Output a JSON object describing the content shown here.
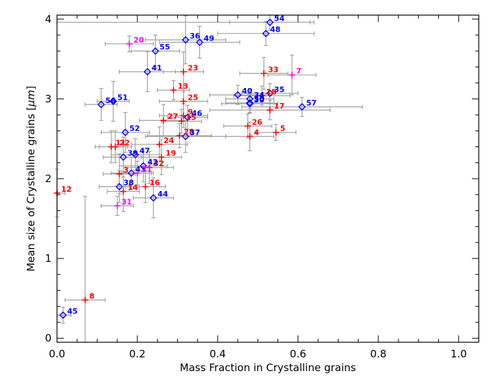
{
  "chart_data": {
    "type": "scatter",
    "title": "",
    "xlabel": "Mass Fraction in Crystalline grains",
    "ylabel_prefix": "Mean size of Crystalline grains [",
    "ylabel_unit": "μm",
    "ylabel_suffix": "]",
    "xlim": [
      0.0,
      1.05
    ],
    "ylim": [
      -0.05,
      4.05
    ],
    "xticks": [
      0.0,
      0.2,
      0.4,
      0.6,
      0.8,
      1.0
    ],
    "xtick_labels": [
      "0.0",
      "0.2",
      "0.4",
      "0.6",
      "0.8",
      "1.0"
    ],
    "yticks": [
      0,
      1,
      2,
      3,
      4
    ],
    "ytick_labels": [
      "0",
      "1",
      "2",
      "3",
      "4"
    ],
    "grid": false,
    "colors": {
      "red": "#ff0000",
      "blue": "#0000ff",
      "magenta": "#ff00ff",
      "errorbar": "#a0a0a0"
    },
    "groups": [
      {
        "color": "red",
        "marker": "plus",
        "points": [
          {
            "label": "3",
            "x": 0.155,
            "y": 2.06,
            "xerr": 0.04,
            "yerr": 0.25
          },
          {
            "label": "4",
            "x": 0.48,
            "y": 2.53,
            "xerr": 0.06,
            "yerr": 0.18
          },
          {
            "label": "5",
            "x": 0.545,
            "y": 2.58,
            "xerr": 0.05,
            "yerr": 0.1
          },
          {
            "label": "8",
            "x": 0.07,
            "y": 0.48,
            "xerr": 0.05,
            "yerr": 1.3
          },
          {
            "label": "9",
            "x": 0.315,
            "y": 2.79,
            "xerr": 0.06,
            "yerr": 0.15
          },
          {
            "label": "11",
            "x": 0.135,
            "y": 2.4,
            "xerr": 0.04,
            "yerr": 0.2
          },
          {
            "label": "12",
            "x": 0.0,
            "y": 1.82,
            "xerr": 0.02,
            "yerr": 0.3
          },
          {
            "label": "13",
            "x": 0.29,
            "y": 3.11,
            "xerr": 0.04,
            "yerr": 0.12
          },
          {
            "label": "14",
            "x": 0.165,
            "y": 1.84,
            "xerr": 0.04,
            "yerr": 0.25
          },
          {
            "label": "15",
            "x": 0.31,
            "y": 2.72,
            "xerr": 0.05,
            "yerr": 0.15
          },
          {
            "label": "16",
            "x": 0.22,
            "y": 1.9,
            "xerr": 0.05,
            "yerr": 0.2
          },
          {
            "label": "17",
            "x": 0.53,
            "y": 2.86,
            "xerr": 0.15,
            "yerr": 0.12
          },
          {
            "label": "18",
            "x": 0.51,
            "y": 3.04,
            "xerr": 0.07,
            "yerr": 0.12
          },
          {
            "label": "19",
            "x": 0.26,
            "y": 2.27,
            "xerr": 0.05,
            "yerr": 0.22
          },
          {
            "label": "22",
            "x": 0.145,
            "y": 2.4,
            "xerr": 0.04,
            "yerr": 0.2
          },
          {
            "label": "23",
            "x": 0.315,
            "y": 3.34,
            "xerr": 0.05,
            "yerr": 0.25
          },
          {
            "label": "24",
            "x": 0.255,
            "y": 2.43,
            "xerr": 0.07,
            "yerr": 0.22
          },
          {
            "label": "25",
            "x": 0.315,
            "y": 2.97,
            "xerr": 0.06,
            "yerr": 0.2
          },
          {
            "label": "26",
            "x": 0.475,
            "y": 2.66,
            "xerr": 0.06,
            "yerr": 0.15
          },
          {
            "label": "27",
            "x": 0.265,
            "y": 2.73,
            "xerr": 0.06,
            "yerr": 0.2
          },
          {
            "label": "28",
            "x": 0.305,
            "y": 2.54,
            "xerr": 0.08,
            "yerr": 0.15
          },
          {
            "label": "32",
            "x": 0.23,
            "y": 2.14,
            "xerr": 0.06,
            "yerr": 0.2
          },
          {
            "label": "33",
            "x": 0.515,
            "y": 3.32,
            "xerr": 0.06,
            "yerr": 0.2
          }
        ]
      },
      {
        "color": "blue",
        "marker": "diamond",
        "points": [
          {
            "label": "30",
            "x": 0.48,
            "y": 2.94,
            "xerr": 0.07,
            "yerr": 0.12
          },
          {
            "label": "34",
            "x": 0.48,
            "y": 3.0,
            "xerr": 0.06,
            "yerr": 0.12
          },
          {
            "label": "35",
            "x": 0.53,
            "y": 3.07,
            "xerr": 0.07,
            "yerr": 0.12
          },
          {
            "label": "36",
            "x": 0.32,
            "y": 3.74,
            "xerr": 0.1,
            "yerr": 0.3
          },
          {
            "label": "37",
            "x": 0.32,
            "y": 2.53,
            "xerr": 0.1,
            "yerr": 0.2
          },
          {
            "label": "38",
            "x": 0.155,
            "y": 1.9,
            "xerr": 0.05,
            "yerr": 0.2
          },
          {
            "label": "39",
            "x": 0.165,
            "y": 2.27,
            "xerr": 0.05,
            "yerr": 0.25
          },
          {
            "label": "40",
            "x": 0.45,
            "y": 3.05,
            "xerr": 0.07,
            "yerr": 0.12
          },
          {
            "label": "41",
            "x": 0.225,
            "y": 3.34,
            "xerr": 0.07,
            "yerr": 0.25
          },
          {
            "label": "42",
            "x": 0.215,
            "y": 2.16,
            "xerr": 0.06,
            "yerr": 0.2
          },
          {
            "label": "43",
            "x": 0.185,
            "y": 2.07,
            "xerr": 0.05,
            "yerr": 0.2
          },
          {
            "label": "44",
            "x": 0.24,
            "y": 1.76,
            "xerr": 0.05,
            "yerr": 0.25
          },
          {
            "label": "45",
            "x": 0.015,
            "y": 0.29,
            "xerr": 0.02,
            "yerr": 0.1
          },
          {
            "label": "46",
            "x": 0.325,
            "y": 2.77,
            "xerr": 0.05,
            "yerr": 0.15
          },
          {
            "label": "47",
            "x": 0.195,
            "y": 2.3,
            "xerr": 0.06,
            "yerr": 0.2
          },
          {
            "label": "48",
            "x": 0.52,
            "y": 3.82,
            "xerr": 0.12,
            "yerr": 0.15
          },
          {
            "label": "49",
            "x": 0.355,
            "y": 3.71,
            "xerr": 0.1,
            "yerr": 0.2
          },
          {
            "label": "50",
            "x": 0.48,
            "y": 2.95,
            "xerr": 0.06,
            "yerr": 0.12
          },
          {
            "label": "51",
            "x": 0.14,
            "y": 2.97,
            "xerr": 0.04,
            "yerr": 0.25
          },
          {
            "label": "52",
            "x": 0.17,
            "y": 2.58,
            "xerr": 0.06,
            "yerr": 0.25
          },
          {
            "label": "54",
            "x": 0.53,
            "y": 3.96,
            "xerr": 0.1,
            "yerr": 0.1
          },
          {
            "label": "55",
            "x": 0.245,
            "y": 3.6,
            "xerr": 0.06,
            "yerr": 0.2
          },
          {
            "label": "56",
            "x": 0.11,
            "y": 2.93,
            "xerr": 0.04,
            "yerr": 0.2
          },
          {
            "label": "57",
            "x": 0.61,
            "y": 2.9,
            "xerr": 0.15,
            "yerr": 0.12
          }
        ]
      },
      {
        "color": "magenta",
        "marker": "plus",
        "points": [
          {
            "label": "7",
            "x": 0.585,
            "y": 3.3,
            "xerr": 0.06,
            "yerr": 0.25
          },
          {
            "label": "20",
            "x": 0.18,
            "y": 3.69,
            "xerr": 0.06,
            "yerr": 0.1
          },
          {
            "label": "21",
            "x": 0.2,
            "y": 2.07,
            "xerr": 0.04,
            "yerr": 0.15
          },
          {
            "label": "31",
            "x": 0.15,
            "y": 1.66,
            "xerr": 0.04,
            "yerr": 0.12
          }
        ]
      }
    ],
    "extra_errorbar": {
      "x": 0.32,
      "y": 3.96,
      "xerr": 0.32,
      "yerr": 0.0
    }
  }
}
